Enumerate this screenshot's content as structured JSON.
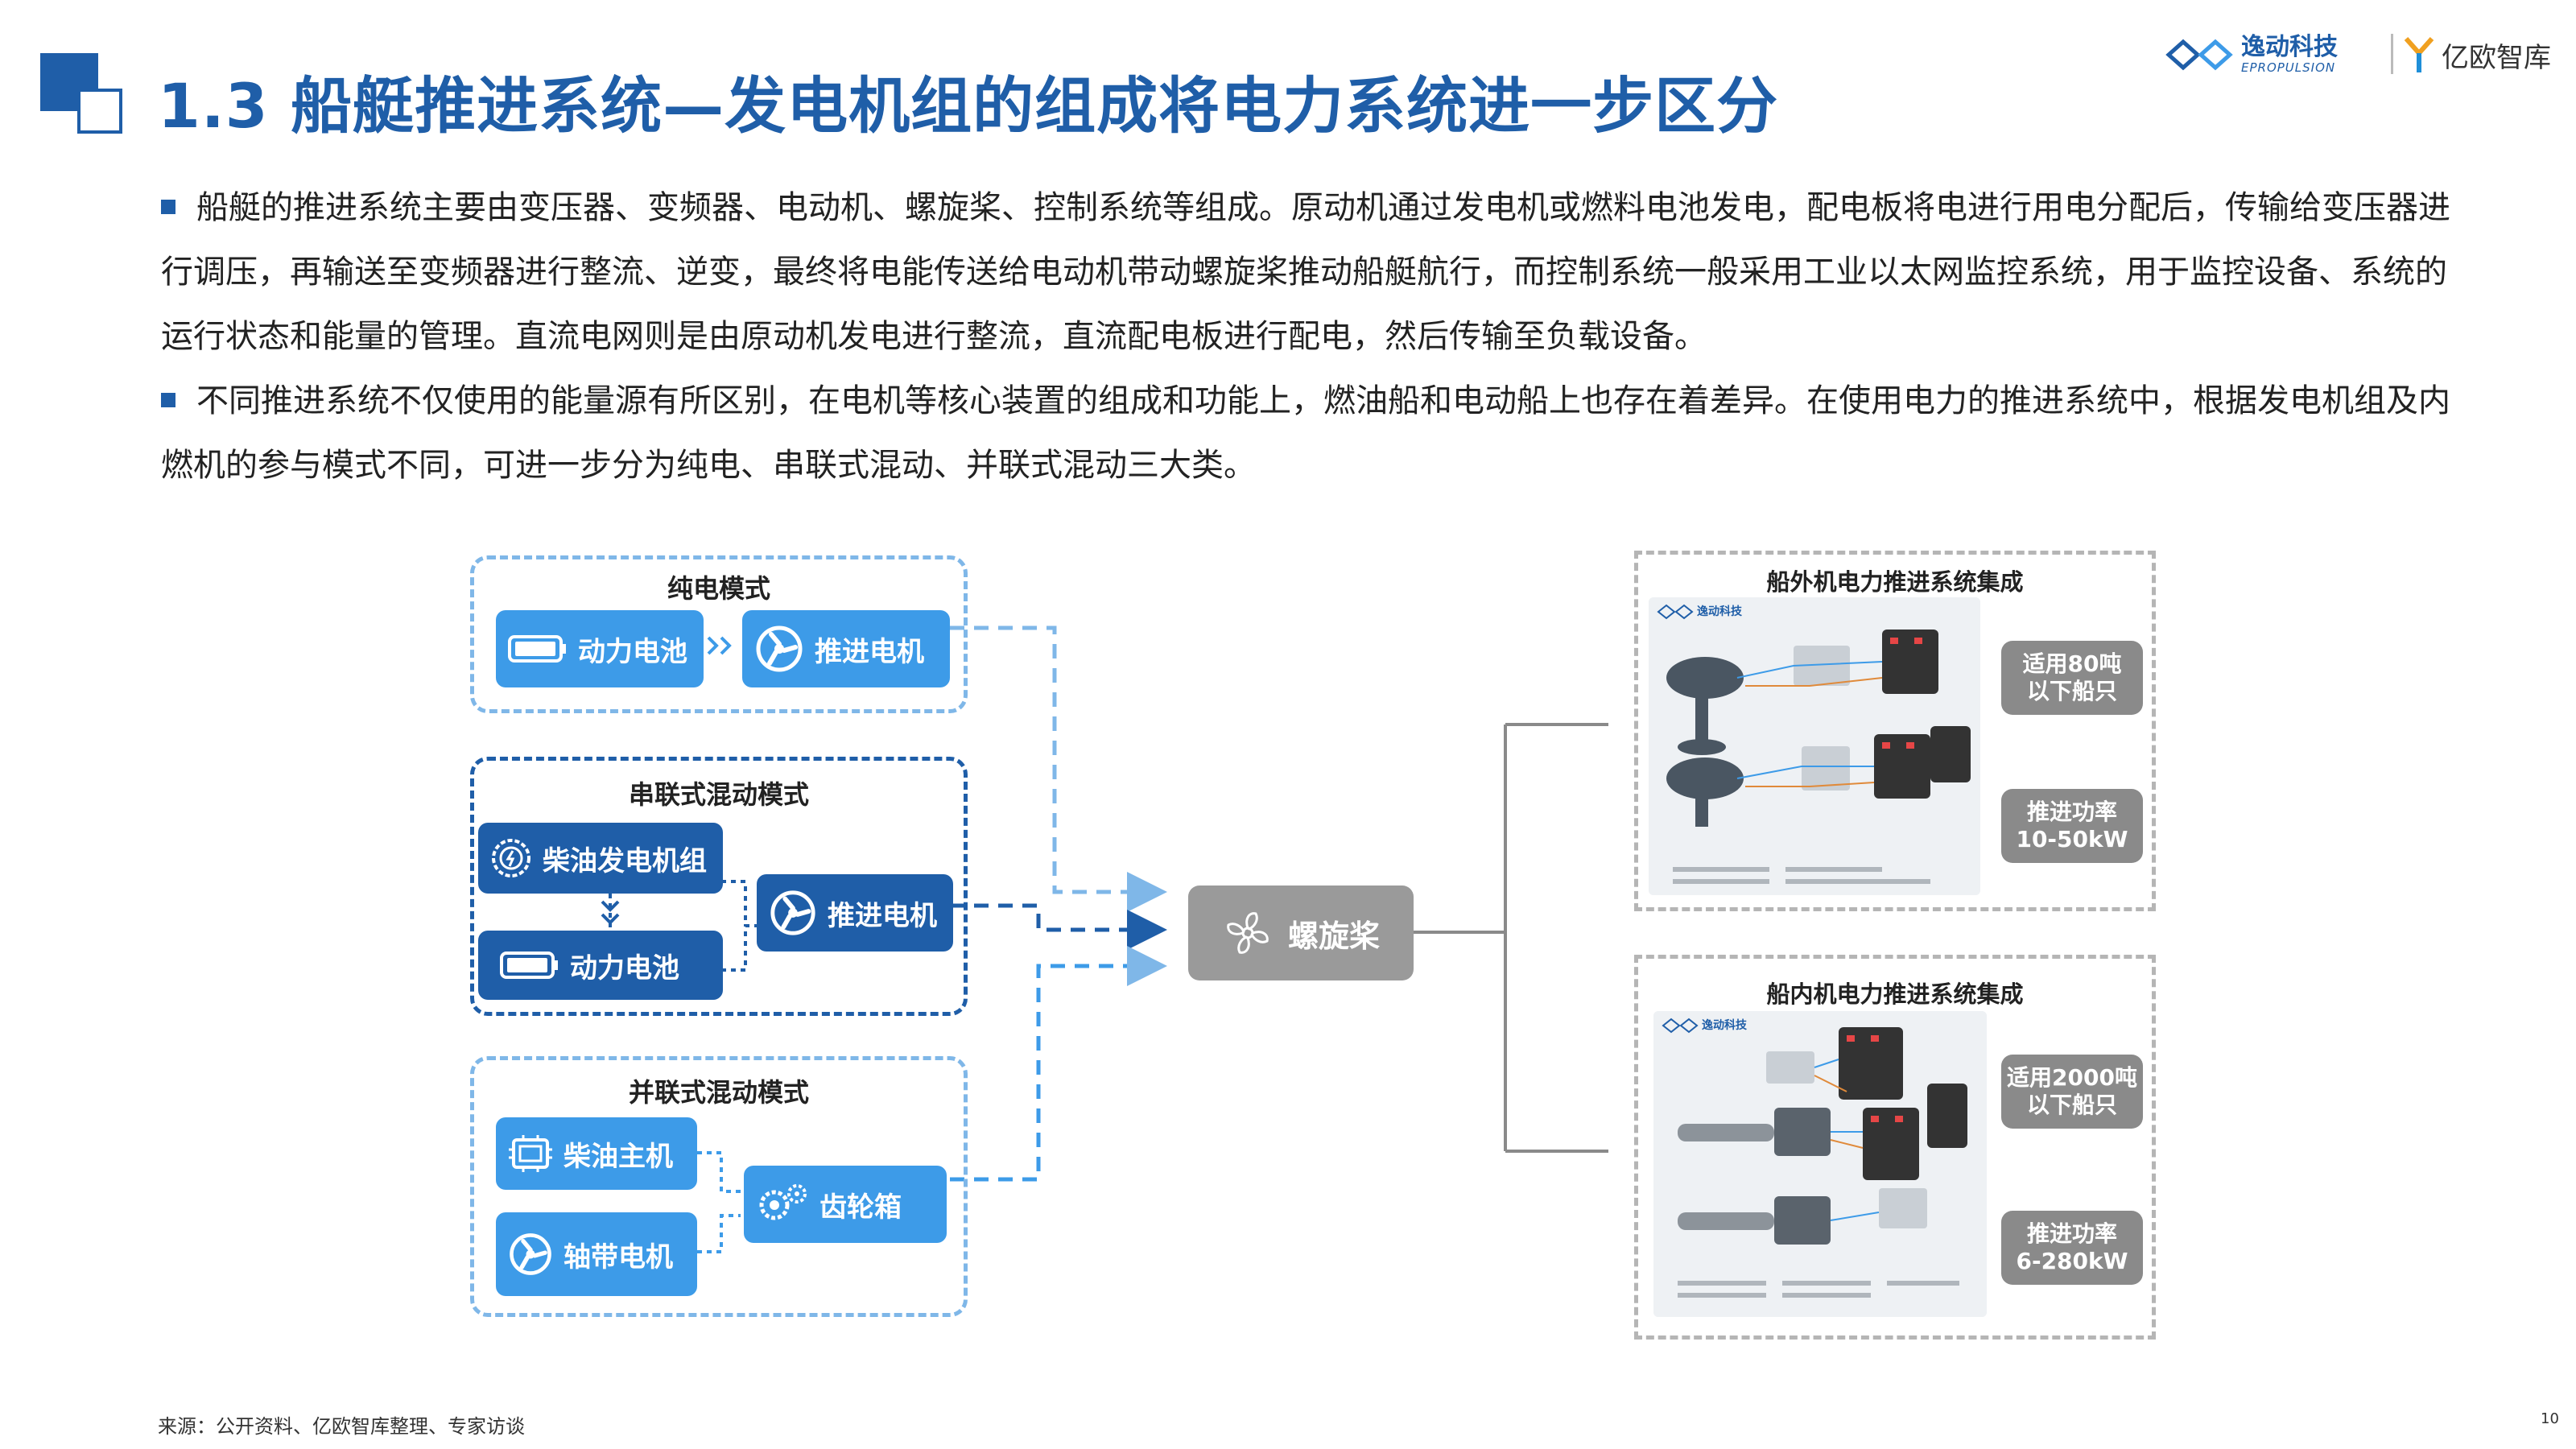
{
  "header": {
    "title": "1.3 船艇推进系统—发电机组的组成将电力系统进一步区分",
    "logo_eprop_cn": "逸动科技",
    "logo_eprop_en": "EPROPULSION",
    "logo_yiou": "亿欧智库"
  },
  "bullets": [
    "船艇的推进系统主要由变压器、变频器、电动机、螺旋桨、控制系统等组成。原动机通过发电机或燃料电池发电，配电板将电进行用电分配后，传输给变压器进行调压，再输送至变频器进行整流、逆变，最终将电能传送给电动机带动螺旋桨推动船艇航行，而控制系统一般采用工业以太网监控系统，用于监控设备、系统的运行状态和能量的管理。直流电网则是由原动机发电进行整流，直流配电板进行配电，然后传输至负载设备。",
    "不同推进系统不仅使用的能量源有所区别，在电机等核心装置的组成和功能上，燃油船和电动船上也存在着差异。在使用电力的推进系统中，根据发电机组及内燃机的参与模式不同，可进一步分为纯电、串联式混动、并联式混动三大类。"
  ],
  "diagram": {
    "pure_electric": {
      "title": "纯电模式",
      "battery": "动力电池",
      "motor": "推进电机"
    },
    "series_hybrid": {
      "title": "串联式混动模式",
      "generator": "柴油发电机组",
      "battery": "动力电池",
      "motor": "推进电机"
    },
    "parallel_hybrid": {
      "title": "并联式混动模式",
      "diesel": "柴油主机",
      "shaft_motor": "轴带电机",
      "gearbox": "齿轮箱"
    },
    "propeller": "螺旋桨",
    "outboard": {
      "title": "船外机电力推进系统集成",
      "badge1": "适用80吨\n以下船只",
      "badge2": "推进功率\n10-50kW",
      "logo": "逸动科技"
    },
    "inboard": {
      "title": "船内机电力推进系统集成",
      "badge1": "适用2000吨\n以下船只",
      "badge2": "推进功率\n6-280kW",
      "logo": "逸动科技"
    }
  },
  "footer": {
    "source": "来源：公开资料、亿欧智库整理、专家访谈",
    "page": "10"
  },
  "colors": {
    "brand_blue": "#1f5ea8",
    "light_blue": "#3d9be8",
    "gray": "#9a9a9a"
  }
}
